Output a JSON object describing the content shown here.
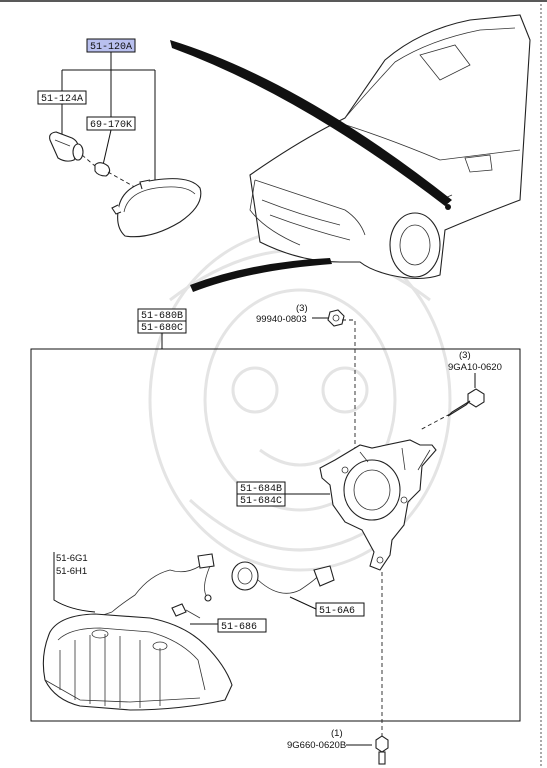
{
  "labels": {
    "top_part": "51-120A",
    "bulb_socket": "51-124A",
    "bulb": "69-170K",
    "headlamp_assy_l": "51-680B",
    "headlamp_assy_r": "51-680C",
    "clip_qty": "(3)",
    "clip": "99940-0803",
    "bolt_top_qty": "(3)",
    "bolt_top": "9GA10-0620",
    "bracket_l": "51-684B",
    "bracket_r": "51-684C",
    "harness_l": "51-6G1",
    "harness_r": "51-6H1",
    "socket_conn": "51-6A6",
    "small_bulb": "51-686",
    "bolt_bottom_qty": "(1)",
    "bolt_bottom": "9G660-0620B"
  }
}
